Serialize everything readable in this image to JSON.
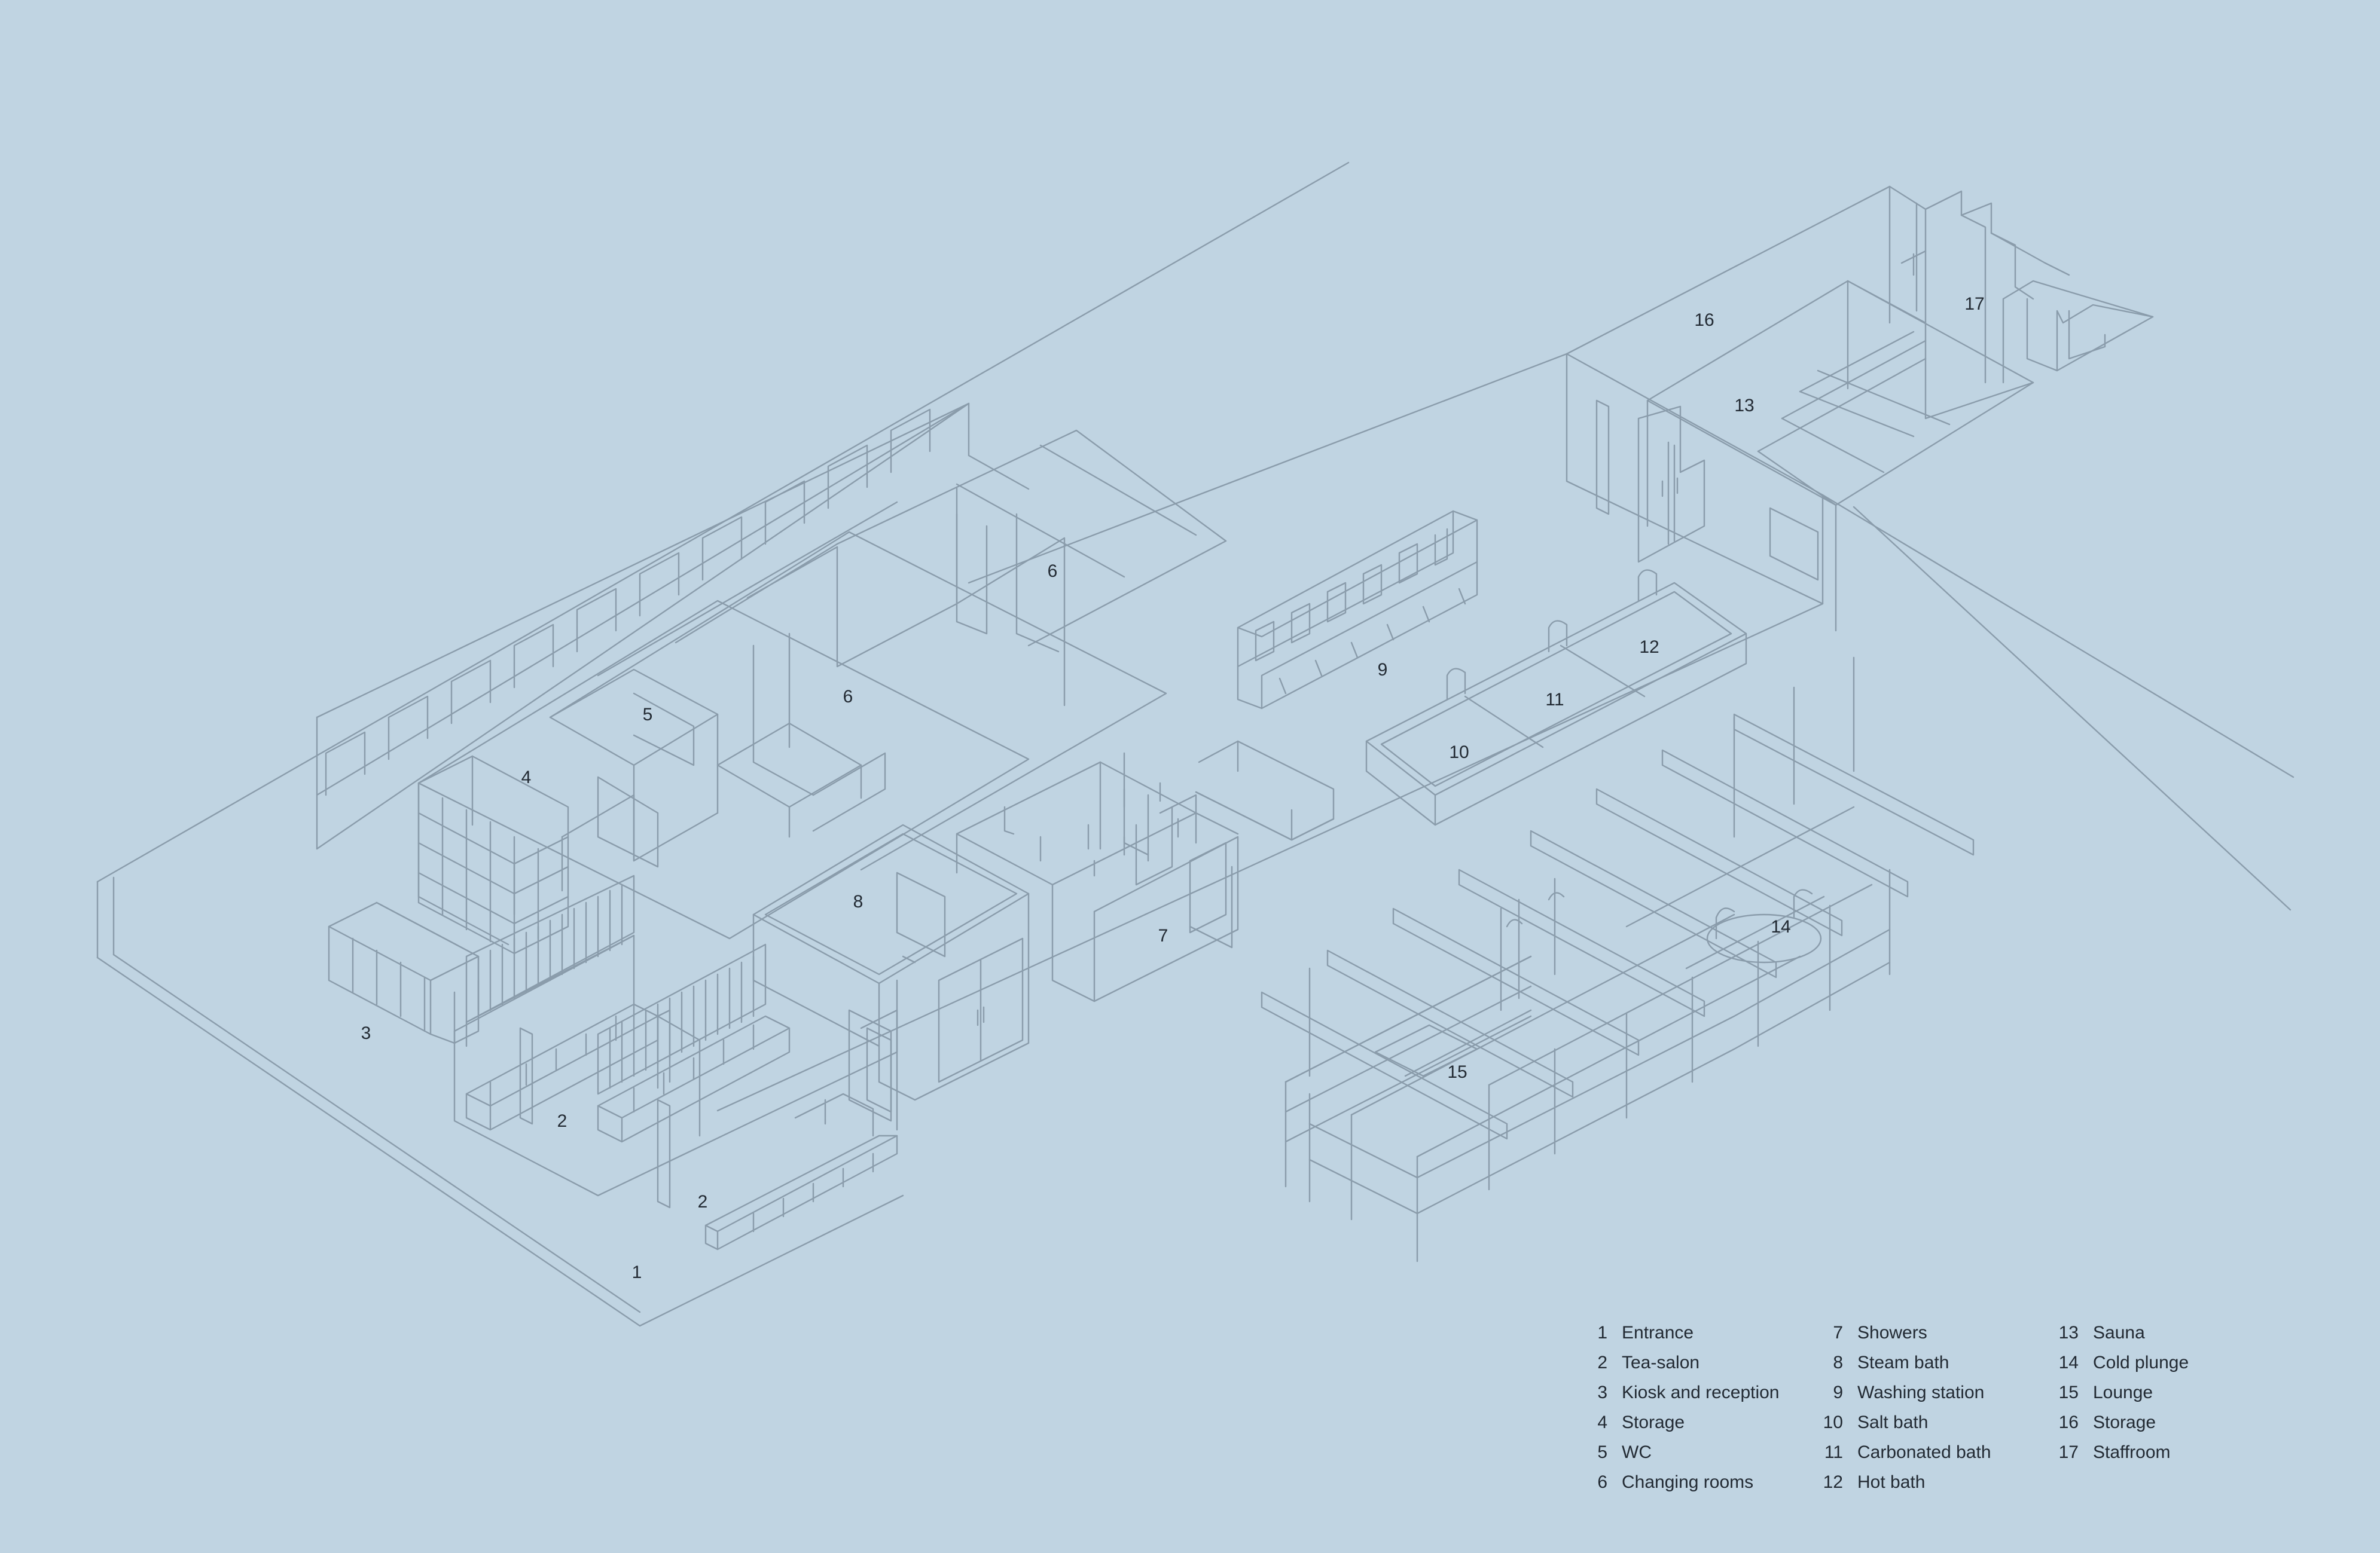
{
  "diagram": {
    "room_labels": {
      "r1": "1",
      "r2a": "2",
      "r2b": "2",
      "r3": "3",
      "r4": "4",
      "r5": "5",
      "r6a": "6",
      "r6b": "6",
      "r7": "7",
      "r8": "8",
      "r9": "9",
      "r10": "10",
      "r11": "11",
      "r12": "12",
      "r13": "13",
      "r14": "14",
      "r15": "15",
      "r16": "16",
      "r17": "17"
    }
  },
  "legend": {
    "col1": [
      {
        "num": "1",
        "label": "Entrance"
      },
      {
        "num": "2",
        "label": "Tea-salon"
      },
      {
        "num": "3",
        "label": "Kiosk and reception"
      },
      {
        "num": "4",
        "label": "Storage"
      },
      {
        "num": "5",
        "label": "WC"
      },
      {
        "num": "6",
        "label": "Changing rooms"
      }
    ],
    "col2": [
      {
        "num": "7",
        "label": "Showers"
      },
      {
        "num": "8",
        "label": "Steam bath"
      },
      {
        "num": "9",
        "label": "Washing station"
      },
      {
        "num": "10",
        "label": "Salt bath"
      },
      {
        "num": "11",
        "label": "Carbonated bath"
      },
      {
        "num": "12",
        "label": "Hot bath"
      }
    ],
    "col3": [
      {
        "num": "13",
        "label": "Sauna"
      },
      {
        "num": "14",
        "label": "Cold plunge"
      },
      {
        "num": "15",
        "label": "Lounge"
      },
      {
        "num": "16",
        "label": "Storage"
      },
      {
        "num": "17",
        "label": "Staffroom"
      }
    ]
  }
}
